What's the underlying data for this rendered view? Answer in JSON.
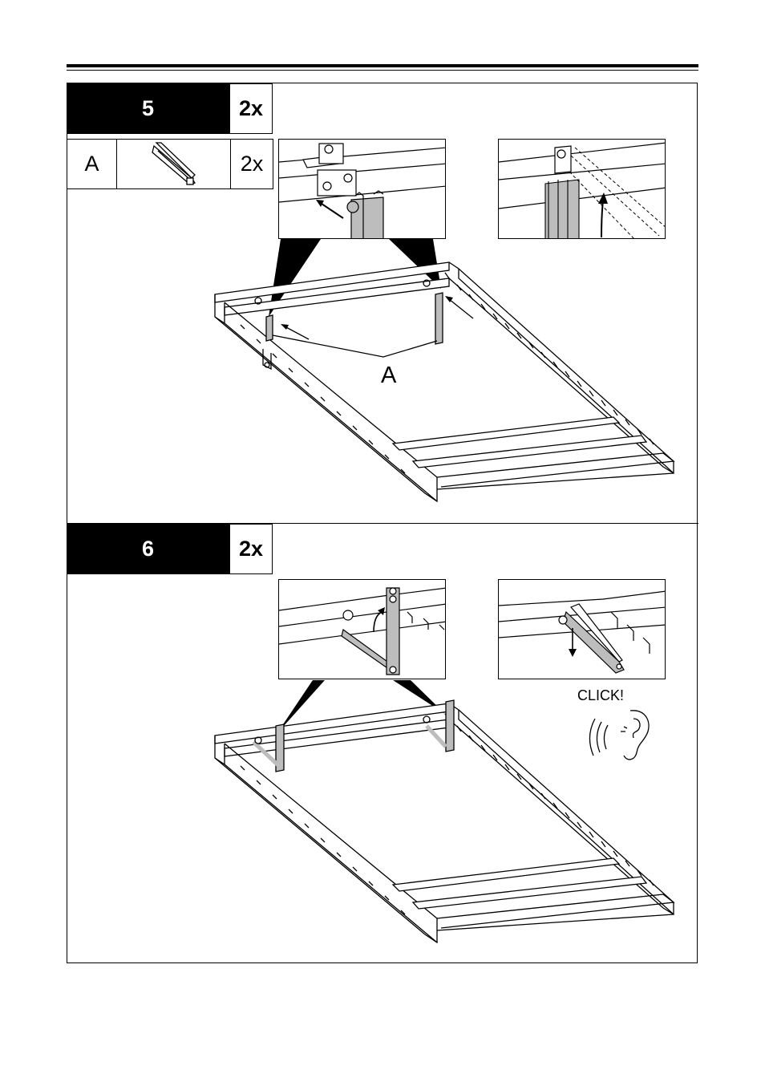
{
  "steps": [
    {
      "number": "5",
      "quantity": "2x"
    },
    {
      "number": "6",
      "quantity": "2x"
    }
  ],
  "parts": [
    {
      "letter": "A",
      "icon": "bracket-arm-icon",
      "quantity": "2x"
    }
  ],
  "callouts": {
    "part_label": "A",
    "sound": "CLICK!"
  },
  "colors": {
    "ink": "#000000",
    "part_fill": "#bdbdbd",
    "paper": "#ffffff"
  }
}
